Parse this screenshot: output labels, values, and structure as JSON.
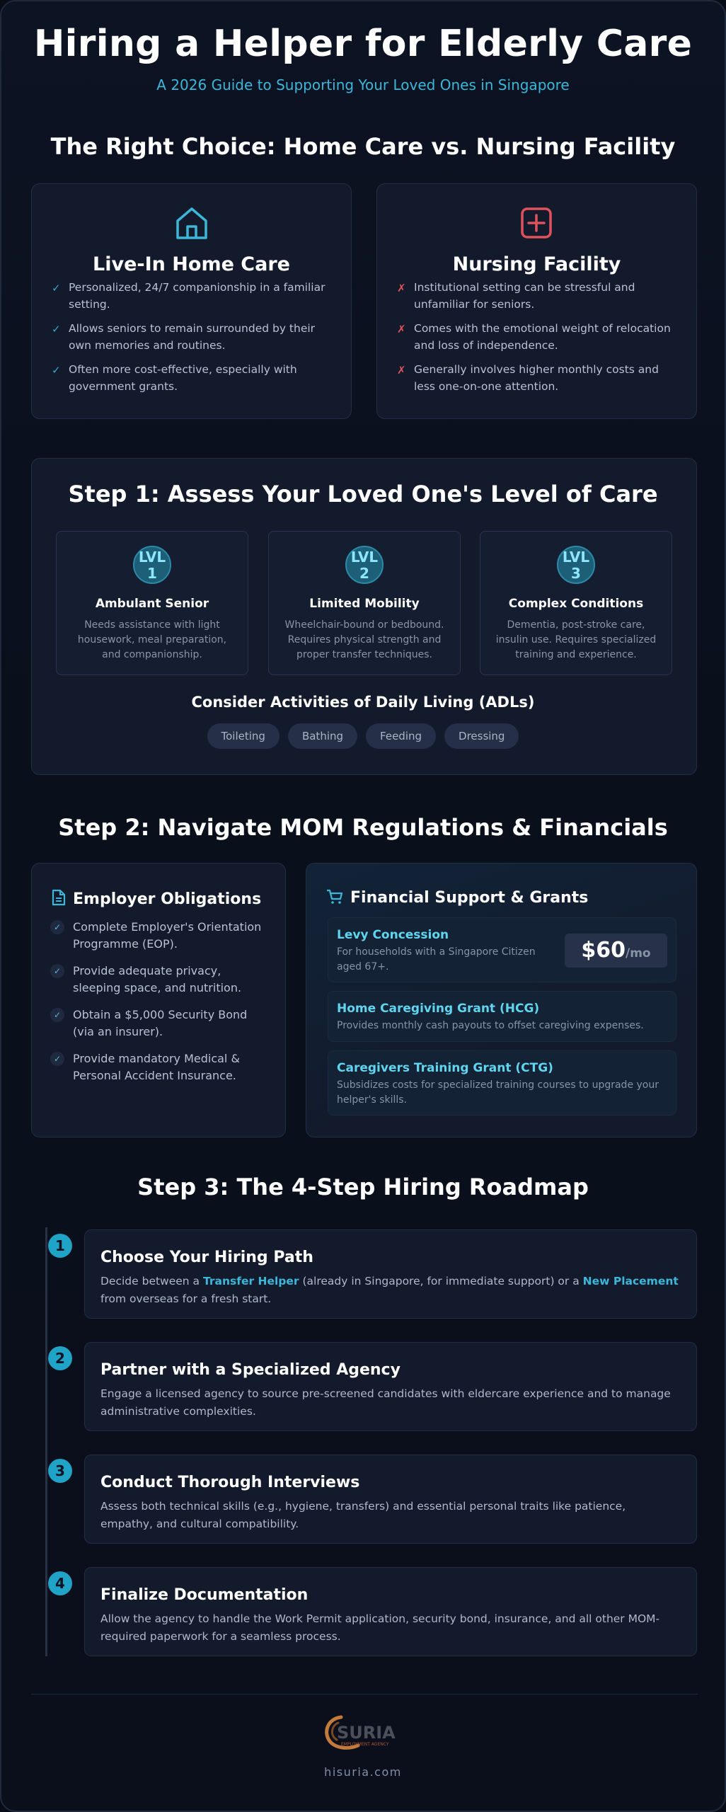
{
  "header": {
    "title": "Hiring a Helper for Elderly Care",
    "subtitle": "A 2026 Guide to Supporting Your Loved Ones in Singapore"
  },
  "comparison": {
    "heading": "The Right Choice: Home Care vs. Nursing Facility",
    "home": {
      "icon": "house-icon",
      "title": "Live-In Home Care",
      "points": [
        "Personalized, 24/7 companionship in a familiar setting.",
        "Allows seniors to remain surrounded by their own memories and routines.",
        "Often more cost-effective, especially with government grants."
      ]
    },
    "facility": {
      "icon": "medical-cross-icon",
      "title": "Nursing Facility",
      "points": [
        "Institutional setting can be stressful and unfamiliar for seniors.",
        "Comes with the emotional weight of relocation and loss of independence.",
        "Generally involves higher monthly costs and less one-on-one attention."
      ]
    }
  },
  "step1": {
    "heading": "Step 1: Assess Your Loved One's Level of Care",
    "levels": [
      {
        "badge_a": "LVL",
        "badge_b": "1",
        "name": "Ambulant Senior",
        "desc": "Needs assistance with light housework, meal preparation, and companionship."
      },
      {
        "badge_a": "LVL",
        "badge_b": "2",
        "name": "Limited Mobility",
        "desc": "Wheelchair-bound or bedbound. Requires physical strength and proper transfer techniques."
      },
      {
        "badge_a": "LVL",
        "badge_b": "3",
        "name": "Complex Conditions",
        "desc": "Dementia, post-stroke care, insulin use. Requires specialized training and experience."
      }
    ],
    "adl_title": "Consider Activities of Daily Living (ADLs)",
    "adls": [
      "Toileting",
      "Bathing",
      "Feeding",
      "Dressing"
    ]
  },
  "step2": {
    "heading": "Step 2: Navigate MOM Regulations & Financials",
    "obligations": {
      "icon": "document-icon",
      "title": "Employer Obligations",
      "items": [
        "Complete Employer's Orientation Programme (EOP).",
        "Provide adequate privacy, sleeping space, and nutrition.",
        "Obtain a $5,000 Security Bond (via an insurer).",
        "Provide mandatory Medical & Personal Accident Insurance."
      ]
    },
    "financial": {
      "icon": "cart-icon",
      "title": "Financial Support & Grants",
      "grants": [
        {
          "title": "Levy Concession",
          "desc": "For households with a Singapore Citizen aged 67+.",
          "price": "$60",
          "unit": "/mo"
        },
        {
          "title": "Home Caregiving Grant (HCG)",
          "desc": "Provides monthly cash payouts to offset caregiving expenses."
        },
        {
          "title": "Caregivers Training Grant (CTG)",
          "desc": "Subsidizes costs for specialized training courses to upgrade your helper's skills."
        }
      ]
    }
  },
  "step3": {
    "heading": "Step 3: The 4-Step Hiring Roadmap",
    "steps": [
      {
        "num": "1",
        "title": "Choose Your Hiring Path",
        "desc_a": "Decide between a ",
        "hl_a": "Transfer Helper",
        "desc_b": " (already in Singapore, for immediate support) or a ",
        "hl_b": "New Placement",
        "desc_c": " from overseas for a fresh start."
      },
      {
        "num": "2",
        "title": "Partner with a Specialized Agency",
        "desc": "Engage a licensed agency to source pre-screened candidates with eldercare experience and to manage administrative complexities."
      },
      {
        "num": "3",
        "title": "Conduct Thorough Interviews",
        "desc": "Assess both technical skills (e.g., hygiene, transfers) and essential personal traits like patience, empathy, and cultural compatibility."
      },
      {
        "num": "4",
        "title": "Finalize Documentation",
        "desc": "Allow the agency to handle the Work Permit application, security bond, insurance, and all other MOM-required paperwork for a seamless process."
      }
    ]
  },
  "footer": {
    "logo_text": "SURIA",
    "logo_sub": "EMPLOYMENT AGENCY",
    "site": "hisuria.com",
    "colors": {
      "accent": "#3bb7d9",
      "negative": "#e0525b",
      "logo": "#c47a3a"
    }
  }
}
